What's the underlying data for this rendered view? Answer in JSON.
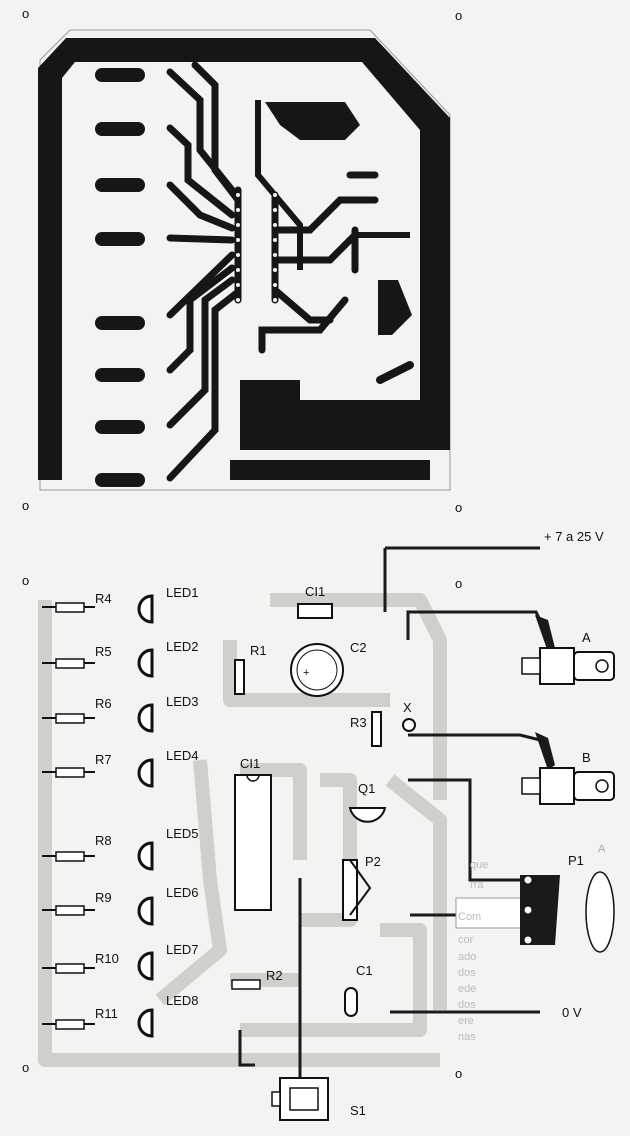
{
  "pcb_layout": {
    "corner_marks": [
      "o",
      "o",
      "o",
      "o"
    ]
  },
  "component_layout": {
    "supply_label": "+ 7 a 25 V",
    "ground_label": "0 V",
    "resistors_left": [
      "R4",
      "R5",
      "R6",
      "R7",
      "R8",
      "R9",
      "R10",
      "R11"
    ],
    "leds": [
      "LED1",
      "LED2",
      "LED3",
      "LED4",
      "LED5",
      "LED6",
      "LED7",
      "LED8"
    ],
    "ci1_cap": "CI1",
    "ci1_chip": "CI1",
    "r1": "R1",
    "r2": "R2",
    "r3": "R3",
    "c2": "C2",
    "c1": "C1",
    "x_label": "X",
    "q1": "Q1",
    "p2": "P2",
    "p1": "P1",
    "jack_a": "A",
    "jack_b": "B",
    "s1": "S1",
    "corner_marks": [
      "o",
      "o",
      "o",
      "o"
    ],
    "colors": {
      "copper": "#161616",
      "track_shade": "#cfcfcb",
      "wire": "#1a1a1a",
      "paper": "#f3f3f1"
    }
  },
  "background_text": [
    "A",
    "que",
    "rra",
    "Com",
    "cor",
    "ado",
    "dos",
    "ede",
    "dos",
    "ere",
    "nas"
  ]
}
